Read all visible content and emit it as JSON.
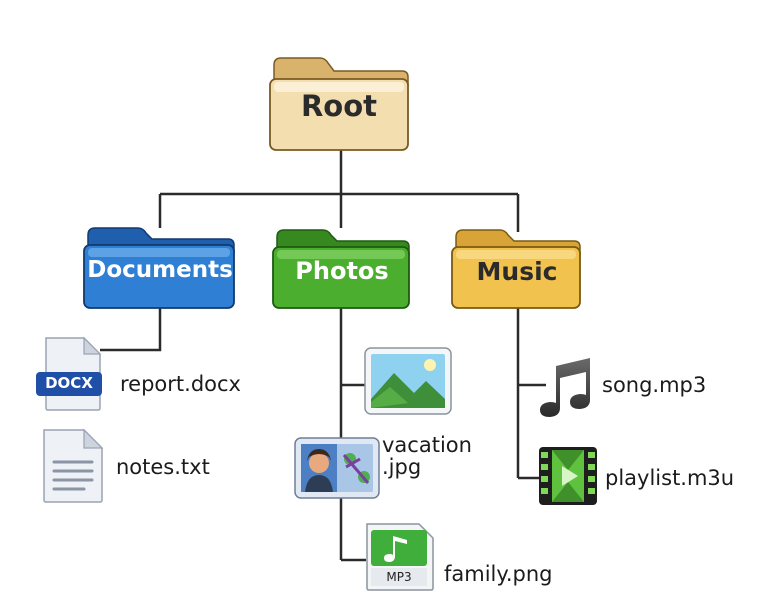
{
  "root": {
    "label": "Root",
    "color": "#f3deb0"
  },
  "folders": [
    {
      "label": "Documents",
      "color": "#2f7fd4"
    },
    {
      "label": "Photos",
      "color": "#4cae2f"
    },
    {
      "label": "Music",
      "color": "#f2c24f"
    }
  ],
  "files": {
    "documents": [
      {
        "label": "report.docx",
        "icon": "docx-file-icon",
        "badge": "DOCX"
      },
      {
        "label": "notes.txt",
        "icon": "text-file-icon"
      }
    ],
    "photos": [
      {
        "icon": "landscape-image-icon"
      },
      {
        "label_line1": "vacation",
        "label_line2": ".jpg",
        "icon": "portrait-image-icon"
      },
      {
        "label": "family.png",
        "icon": "mp3-music-file-icon",
        "badge": "MP3"
      }
    ],
    "music": [
      {
        "label": "song.mp3",
        "icon": "music-note-icon"
      },
      {
        "label": "playlist.m3u",
        "icon": "playlist-video-icon"
      }
    ]
  }
}
